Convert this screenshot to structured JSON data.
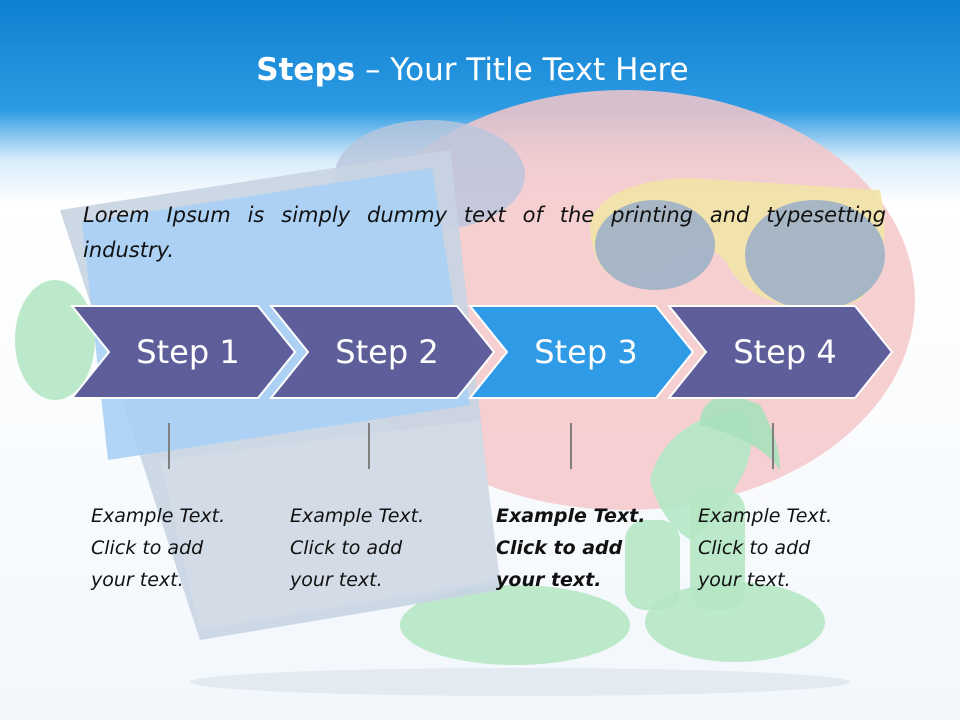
{
  "title": {
    "bold": "Steps",
    "rest": " – Your Title Text Here"
  },
  "intro": "Lorem Ipsum is simply dummy text of the printing and typesetting industry.",
  "steps": [
    {
      "label": "Step 1",
      "lines": [
        "Example Text.",
        "Click  to add",
        "your text."
      ],
      "highlight": false
    },
    {
      "label": "Step 2",
      "lines": [
        "Example Text.",
        "Click  to add",
        "your text."
      ],
      "highlight": false
    },
    {
      "label": "Step 3",
      "lines": [
        "Example Text.",
        "Click  to add",
        "your text."
      ],
      "highlight": true
    },
    {
      "label": "Step 4",
      "lines": [
        "Example Text.",
        "Click  to add",
        "your text."
      ],
      "highlight": false
    }
  ],
  "colors": {
    "header": "#1a8ad8",
    "chevron": "#5e5e9a",
    "chevron_highlight": "#2f9ae6",
    "connector": "#7f7f7f"
  }
}
